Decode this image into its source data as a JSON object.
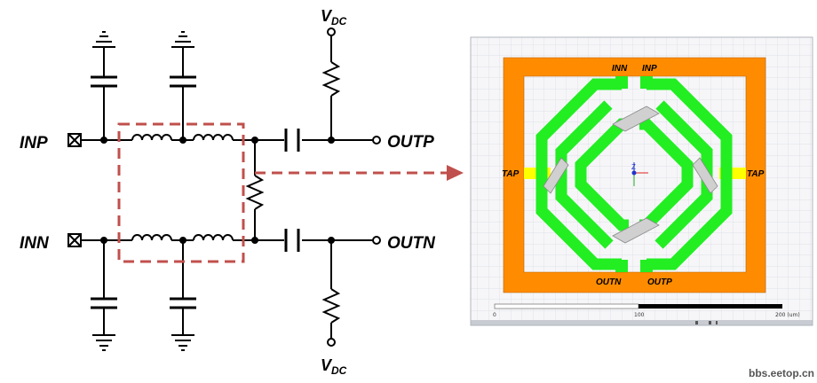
{
  "schematic": {
    "labels": {
      "inp": "INP",
      "inn": "INN",
      "outp": "OUTP",
      "outn": "OUTN",
      "vdc_top": "V",
      "vdc_top_sub": "DC",
      "vdc_bottom": "V",
      "vdc_bottom_sub": "DC"
    }
  },
  "layout": {
    "labels": {
      "inn": "INN",
      "inp": "INP",
      "tap_left": "TAP",
      "tap_right": "TAP",
      "outn": "OUTN",
      "outp": "OUTP"
    },
    "axis_label": "Z",
    "scale": {
      "ticks": [
        "0",
        "100",
        "200 (um)"
      ]
    },
    "colors": {
      "ground_ring": "#ff8c00",
      "inductor_metal": "#22ee22",
      "crossover": "#d0d0d0",
      "tap": "#ffff00",
      "grid_bg": "#f6f6f8"
    }
  },
  "watermark": "bbs.eetop.cn",
  "colors": {
    "highlight_box": "#c0504d"
  }
}
